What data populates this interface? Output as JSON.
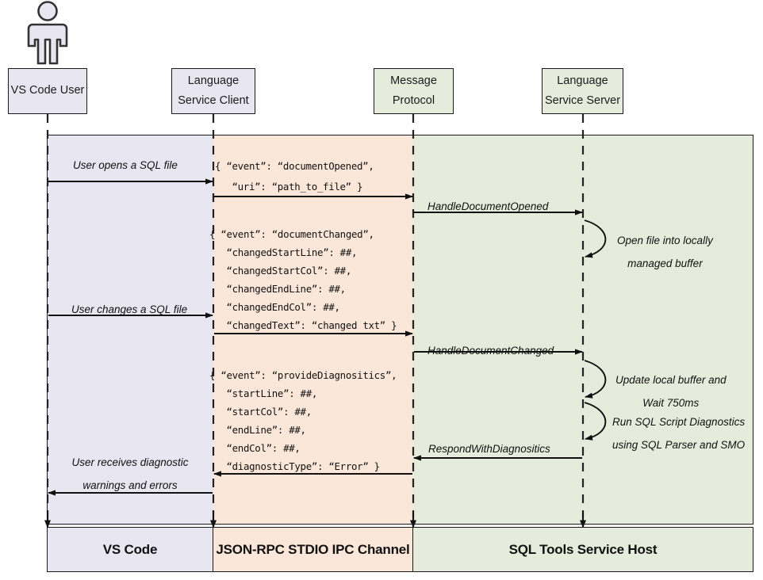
{
  "diagram": {
    "title": "SQL Tools Service sequence diagram",
    "colors": {
      "vscode_band": "#e8e6f1",
      "ipc_band": "#fbe7da",
      "host_band": "#e6ecdc",
      "stroke": "#1a1a1a",
      "actor_fill": "#e8e6f1"
    }
  },
  "actor": {
    "name": "vs-code-user-actor"
  },
  "participants": [
    {
      "id": "user",
      "line1": "VS Code User",
      "line2": ""
    },
    {
      "id": "client",
      "line1": "Language",
      "line2": "Service Client"
    },
    {
      "id": "proto",
      "line1": "Message",
      "line2": "Protocol"
    },
    {
      "id": "server",
      "line1": "Language",
      "line2": "Service Server"
    }
  ],
  "bands": [
    {
      "id": "vscode",
      "label": "VS Code"
    },
    {
      "id": "ipc",
      "label": "JSON-RPC STDIO IPC Channel"
    },
    {
      "id": "host",
      "label": "SQL Tools Service Host"
    }
  ],
  "messages": {
    "user_opens": "User opens a SQL file",
    "user_changes": "User changes a SQL file",
    "user_receives_line1": "User receives diagnostic",
    "user_receives_line2": "warnings and errors",
    "handle_document_opened": "HandleDocumentOpened",
    "handle_document_changed": "HandleDocumentChanged",
    "respond_with_diagnositics": "RespondWithDiagnositics"
  },
  "notes": {
    "open_file_line1": "Open file into locally",
    "open_file_line2": "managed buffer",
    "update_buffer_line1": "Update local buffer and",
    "update_buffer_line2": "Wait 750ms",
    "run_diagnostics_line1": "Run SQL Script Diagnostics",
    "run_diagnostics_line2": "using SQL Parser and SMO"
  },
  "payloads": {
    "document_opened": [
      "{ “event”: “documentOpened”,",
      "   “uri”: “path_to_file” }"
    ],
    "document_changed": [
      "{ “event”: “documentChanged”,",
      "   “changedStartLine”: ##,",
      "   “changedStartCol”: ##,",
      "   “changedEndLine”: ##,",
      "   “changedEndCol”: ##,",
      "   “changedText”: “changed txt” }"
    ],
    "provide_diagnositics": [
      "{ “event”: “provideDiagnositics”,",
      "   “startLine”: ##,",
      "   “startCol”: ##,",
      "   “endLine”: ##,",
      "   “endCol”: ##,",
      "   “diagnosticType”: “Error” }"
    ]
  }
}
